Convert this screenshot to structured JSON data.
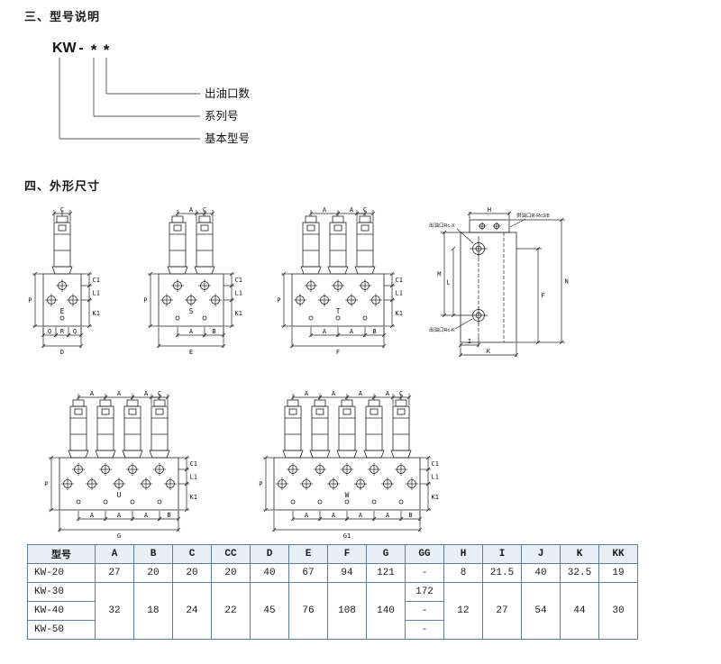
{
  "style": {
    "table_border": "#5f7d9c",
    "table_header_fill": "#e9eff6",
    "line_color": "#222222",
    "ink": "#1a1a1a"
  },
  "sections": {
    "model_heading": "三、型号说明",
    "dims_heading": "四、外形尺寸"
  },
  "model": {
    "code": "KW",
    "dash": "-",
    "stars": [
      "*",
      "*"
    ],
    "callouts": [
      "出油口数",
      "系列号",
      "基本型号"
    ]
  },
  "drawings": {
    "front": [
      {
        "stations": 1,
        "top": [
          "C"
        ],
        "bottom": [
          "Q",
          "R",
          "Q"
        ],
        "overall": "D",
        "center": "E",
        "left": "P",
        "right": [
          "C1",
          "L1",
          "K1"
        ]
      },
      {
        "stations": 2,
        "top": [
          "A",
          "C"
        ],
        "bottom": [
          "A",
          "B"
        ],
        "overall": "E",
        "center": "S",
        "left": "P",
        "right": [
          "C1",
          "L1",
          "K1"
        ]
      },
      {
        "stations": 3,
        "top": [
          "A",
          "A",
          "C"
        ],
        "bottom": [
          "A",
          "A",
          "B"
        ],
        "overall": "F",
        "center": "T",
        "left": "P",
        "right": [
          "C1",
          "L1",
          "K1"
        ]
      },
      {
        "stations": 4,
        "top": [
          "A",
          "A",
          "A",
          "C"
        ],
        "bottom": [
          "A",
          "A",
          "A",
          "B"
        ],
        "overall": "G",
        "center": "U",
        "left": "P",
        "right": [
          "C1",
          "L1",
          "K1"
        ]
      },
      {
        "stations": 5,
        "top": [
          "A",
          "A",
          "A",
          "A",
          "C"
        ],
        "bottom": [
          "A",
          "A",
          "A",
          "A",
          "B"
        ],
        "overall": "G1",
        "center": "W",
        "left": "P",
        "right": [
          "C1",
          "L1",
          "K1"
        ]
      }
    ],
    "side": {
      "top": "H",
      "right_outer": "N",
      "right_inner": "F",
      "left_outer": "M",
      "left_inner": "L",
      "bottom_outer": "K",
      "bottom_inner": "I",
      "port_top": "出油口Rc-X",
      "port_supply": "供油口R-Rc3/8",
      "port_bottom": "出油口Rc-K"
    }
  },
  "table": {
    "headers": [
      "型号",
      "A",
      "B",
      "C",
      "CC",
      "D",
      "E",
      "F",
      "G",
      "GG",
      "H",
      "I",
      "J",
      "K",
      "KK"
    ],
    "rows": [
      {
        "cells": [
          {
            "t": "KW-20"
          },
          {
            "t": "27"
          },
          {
            "t": "20"
          },
          {
            "t": "20"
          },
          {
            "t": "20"
          },
          {
            "t": "40"
          },
          {
            "t": "67"
          },
          {
            "t": "94"
          },
          {
            "t": "121"
          },
          {
            "t": "-"
          },
          {
            "t": "8"
          },
          {
            "t": "21.5"
          },
          {
            "t": "40"
          },
          {
            "t": "32.5"
          },
          {
            "t": "19"
          }
        ]
      },
      {
        "cells": [
          {
            "t": "KW-30"
          },
          {
            "t": "32",
            "rs": 3
          },
          {
            "t": "18",
            "rs": 3
          },
          {
            "t": "24",
            "rs": 3
          },
          {
            "t": "22",
            "rs": 3
          },
          {
            "t": "45",
            "rs": 3
          },
          {
            "t": "76",
            "rs": 3
          },
          {
            "t": "108",
            "rs": 3
          },
          {
            "t": "140",
            "rs": 3
          },
          {
            "t": "172"
          },
          {
            "t": "12",
            "rs": 3
          },
          {
            "t": "27",
            "rs": 3
          },
          {
            "t": "54",
            "rs": 3
          },
          {
            "t": "44",
            "rs": 3
          },
          {
            "t": "30",
            "rs": 3
          }
        ]
      },
      {
        "cells": [
          {
            "t": "KW-40"
          },
          {
            "t": "-"
          }
        ]
      },
      {
        "cells": [
          {
            "t": "KW-50"
          },
          {
            "t": "-"
          }
        ]
      }
    ]
  }
}
